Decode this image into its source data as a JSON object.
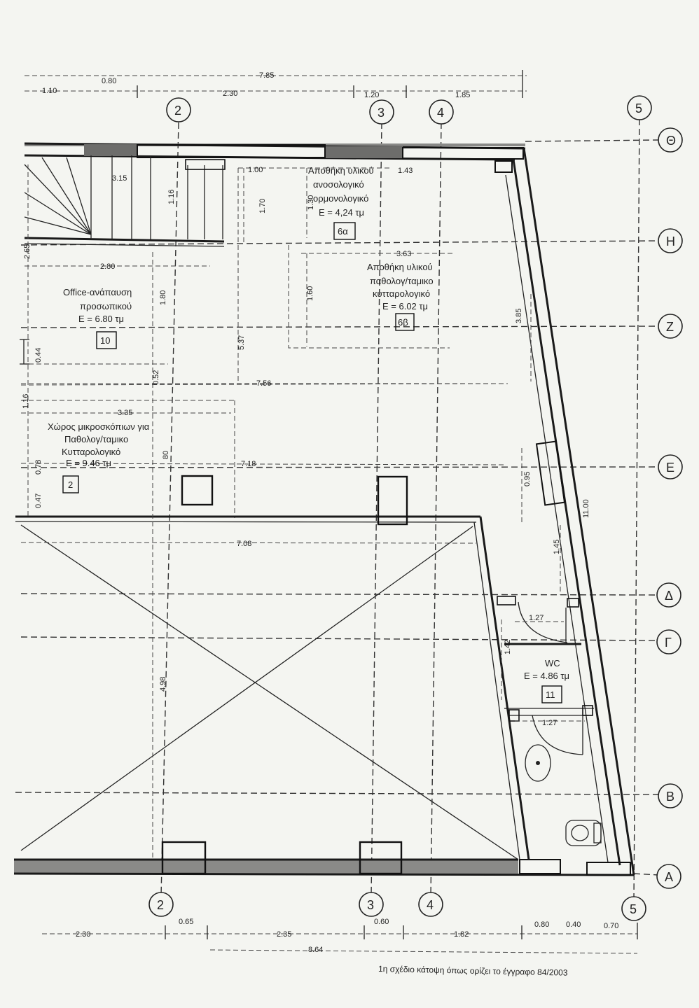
{
  "axes": {
    "columns": [
      "2",
      "3",
      "4",
      "5"
    ],
    "rows": [
      "Θ",
      "Η",
      "Ζ",
      "Ε",
      "Δ",
      "Γ",
      "Β",
      "Α"
    ]
  },
  "top_dims": {
    "total": "7.85",
    "d_080": "0.80",
    "d_110": "1.10",
    "d_230": "2.30",
    "d_120": "1.20",
    "d_185": "1.85"
  },
  "inner_dims": {
    "d_315": "3.15",
    "d_116": "1.16",
    "d_100": "1.00",
    "d_170": "1.70",
    "d_143": "1.43",
    "d_130": "1.30",
    "d_265": "2.65",
    "d_280": "2.80",
    "d_363": "3.63",
    "d_160": "1.60",
    "d_180": "1.80",
    "d_044": "0.44",
    "d_537": "5.37",
    "d_756": "7.56",
    "d_052": "0.52",
    "d_116b": "1.16",
    "d_335": "3.35",
    "d_078": "0.78",
    "d_080b": "80",
    "d_718": "7.18",
    "d_047": "0.47",
    "d_708": "7.08",
    "d_385": "3.85",
    "d_095": "0.95",
    "d_1100": "11.00",
    "d_145": "1.45",
    "d_127": "1.27",
    "d_127b": "1.27",
    "d_142": "1.42",
    "d_498": "4.98"
  },
  "rooms": {
    "r6a": {
      "line1": "Αποθήκη υλικού",
      "line2": "ανοσολογικό",
      "line3": "ορμονολογικό",
      "area": "E = 4,24 τμ",
      "tag": "6α"
    },
    "r6b": {
      "line1": "Αποθήκη υλικού",
      "line2": "παθολογ/ταμικο",
      "line3": "κυτταρολογικό",
      "area": "E = 6.02 τμ",
      "tag": "6β"
    },
    "r10": {
      "line1": "Office-ανάπαυση",
      "line2": "προσωπικού",
      "area": "E = 6.80 τμ",
      "tag": "10"
    },
    "r2": {
      "line1": "Χώρος μικροσκόπιων για",
      "line2": "Παθολογ/ταμικο",
      "line3": "Κυτταρολογικό",
      "area": "E = 9.46 τμ",
      "tag": "2"
    },
    "r11": {
      "line1": "WC",
      "area": "E = 4.86 τμ",
      "tag": "11"
    }
  },
  "bottom_dims": {
    "d_065": "0.65",
    "d_230": "2.30",
    "d_235": "2.35",
    "d_060": "0.60",
    "d_182": "1.82",
    "d_080": "0.80",
    "d_040": "0.40",
    "d_070": "0.70",
    "total": "8.64"
  },
  "footer_note": "1η σχέδιο κάτοψη όπως ορίζει το έγγραφο 84/2003"
}
